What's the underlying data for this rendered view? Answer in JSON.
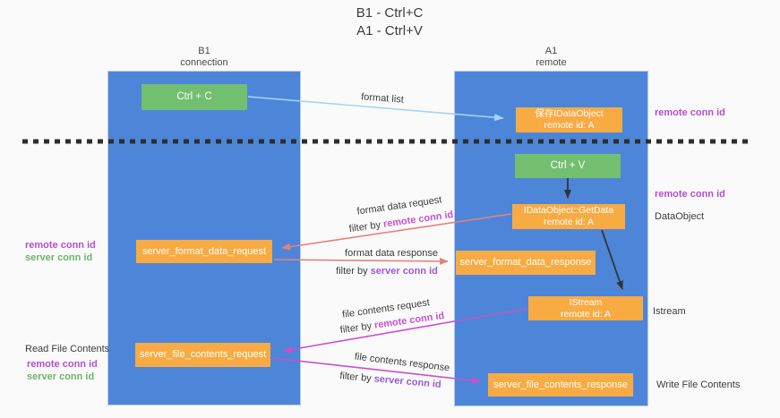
{
  "title": {
    "line1": "B1 - Ctrl+C",
    "line2": "A1 - Ctrl+V"
  },
  "columns": {
    "left": {
      "name": "B1",
      "subtitle": "connection"
    },
    "right": {
      "name": "A1",
      "subtitle": "remote"
    }
  },
  "nodes": {
    "ctrl_c": {
      "label": "Ctrl + C"
    },
    "ctrl_v": {
      "label": "Ctrl + V"
    },
    "save_dataobject": {
      "line1": "保存IDataObject",
      "line2": "remote id: A"
    },
    "getdata": {
      "line1": "IDataObject::GetData",
      "line2": "remote id: A"
    },
    "istream": {
      "line1": "IStream",
      "line2": "remote id: A"
    },
    "server_format_data_request": {
      "label": "server_format_data_request"
    },
    "server_format_data_response": {
      "label": "server_format_data_response"
    },
    "server_file_contents_request": {
      "label": "server_file_contents_request"
    },
    "server_file_contents_response": {
      "label": "server_file_contents_response"
    }
  },
  "flows": {
    "format_list": {
      "label": "format list"
    },
    "format_request": {
      "label": "format data request",
      "filter_prefix": "filter by ",
      "filter_value": "remote conn id"
    },
    "format_response": {
      "label": "format data response",
      "filter_prefix": "filter by ",
      "filter_value": "server conn id"
    },
    "file_request": {
      "label": "file contents request",
      "filter_prefix": "filter by ",
      "filter_value": "remote conn id"
    },
    "file_response": {
      "label": "file contents response",
      "filter_prefix": "filter by ",
      "filter_value": "server conn id"
    }
  },
  "side_labels": {
    "right_remote_conn_top": "remote conn id",
    "right_remote_conn_mid": "remote conn id",
    "right_dataobject": "DataObject",
    "right_istream": "Istream",
    "right_write_file": "Write File Contents",
    "left_remote_conn_mid": "remote conn id",
    "left_server_conn_mid": "server conn id",
    "left_read_file": "Read File Contents",
    "left_remote_conn_bottom": "remote conn id",
    "left_server_conn_bottom": "server conn id"
  },
  "colors": {
    "column_blue": "#4d86d8",
    "box_green": "#71bf6f",
    "box_orange": "#f8ab43",
    "arrow_light_blue": "#a5d3f3",
    "arrow_black": "#333333",
    "arrow_salmon": "#e8807a",
    "arrow_magenta": "#cb50cb",
    "label_remote_purple": "#b44fd0",
    "label_server_green": "#6cb56c",
    "label_filter_violet": "#9b59d6",
    "label_filter_magenta": "#c94fd0"
  }
}
